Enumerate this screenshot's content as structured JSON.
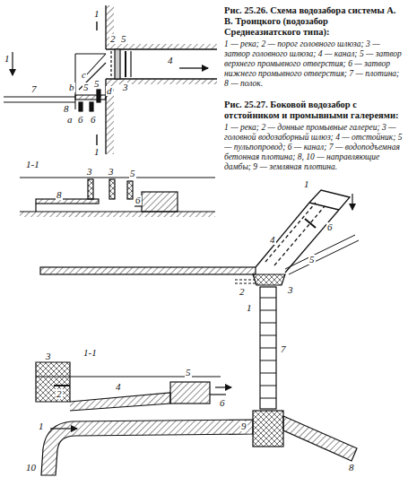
{
  "diagram": {
    "labels": [
      "Рис. 25.26. Схема водозабора системы А. В. Троицкого (водозабор Среднеазиатского типа):",
      "1 — река; 2 — порог головного шлюза; 3 — затвор головного шлюза; 4 — канал; 5 — затвор верхнего промывного отверстия; 6 — затвор нижнего промывного отверстия; 7 — плотина; 8 — полок.",
      "Рис. 25.27. Боковой водозабор с отстойником и промывными галереями:",
      "1 — река; 2 — донные промывные галереи; 3 — головной водозаборный шлюз; 4 — отстойник; 5 — пульпопровод; 6 — канал; 7 — водоподъемная бетонная плотина; 8, 10 — направляющие дамбы; 9 — земляная плотина.",
      "1",
      "c",
      "b",
      "8",
      "a",
      "d",
      "2",
      "5",
      "4",
      "3",
      "5",
      "5",
      "7",
      "6",
      "6",
      "1",
      "1",
      "1-1",
      "3",
      "3",
      "5",
      "8",
      "6",
      "1",
      "6",
      "4",
      "5",
      "2",
      "3",
      "1",
      "7",
      "8",
      "9",
      "10",
      "1",
      "1-1",
      "3",
      "4",
      "5",
      "6",
      "2"
    ]
  }
}
